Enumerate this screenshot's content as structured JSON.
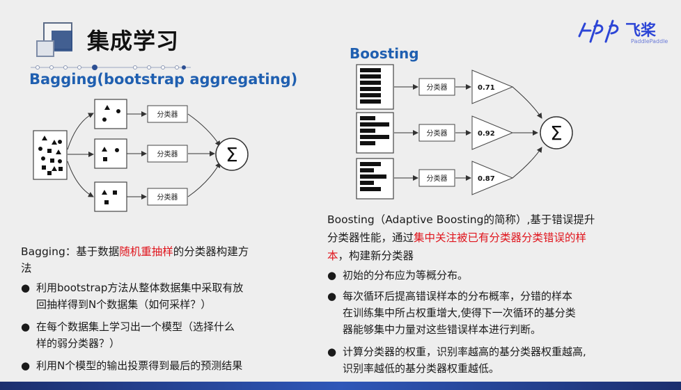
{
  "title": "集成学习",
  "brand": {
    "name": "飞桨",
    "sub": "PaddlePaddle"
  },
  "bagging": {
    "heading": "Bagging(bootstrap aggregating)",
    "classifier_label": "分类器",
    "sum_symbol": "Σ",
    "desc_prefix": "Bagging：基于数据",
    "desc_red": "随机重抽样",
    "desc_suffix": "的分类器构建方",
    "desc_line2": "法",
    "bullets": [
      {
        "lines": [
          "利用bootstrap方法从整体数据集中采取有放",
          "回抽样得到N个数据集（如何采样？）"
        ]
      },
      {
        "lines": [
          "在每个数据集上学习出一个模型（选择什么",
          "样的弱分类器？）"
        ]
      },
      {
        "lines": [
          "利用N个模型的输出投票得到最后的预测结果"
        ]
      }
    ]
  },
  "boosting": {
    "heading": "Boosting",
    "classifier_label": "分类器",
    "sum_symbol": "Σ",
    "weights": [
      "0.71",
      "0.92",
      "0.87"
    ],
    "desc_line1": "Boosting（Adaptive Boosting的简称）,基于错误提升",
    "desc_line2_prefix": "分类器性能，通过",
    "desc_line2_red": "集中关注被已有分类器分类错误的样",
    "desc_line3_red": "本",
    "desc_line3_suffix": "，构建新分类器",
    "bullets": [
      {
        "lines": [
          "初始的分布应为等概分布。"
        ]
      },
      {
        "lines": [
          " 每次循环后提高错误样本的分布概率，分错的样本",
          "在训练集中所占权重增大,使得下一次循环的基分类",
          "器能够集中力量对这些错误样本进行判断。"
        ]
      },
      {
        "lines": [
          "计算分类器的权重，识别率越高的基分类器权重越高,",
          "识别率越低的基分类器权重越低。"
        ]
      }
    ]
  }
}
